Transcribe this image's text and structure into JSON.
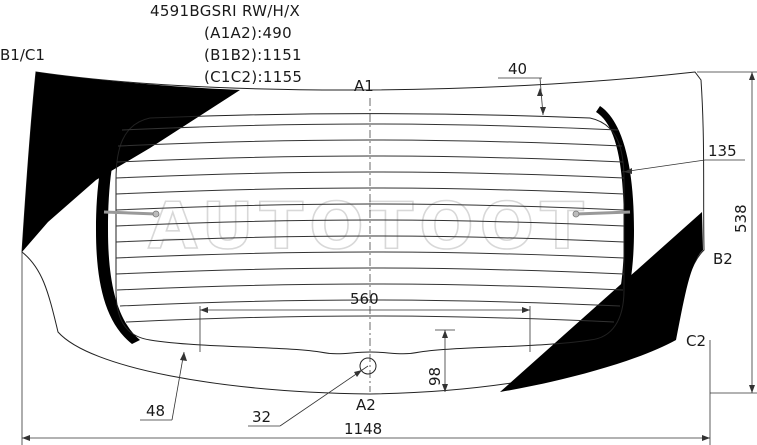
{
  "header": {
    "part_code": "4591BGSRI RW/H/X",
    "a1a2": "(A1A2):490",
    "b1b2": "(B1B2):1151",
    "c1c2": "(C1C2):1155"
  },
  "points": {
    "b1c1": "B1/C1",
    "a1": "A1",
    "a2": "A2",
    "b2": "B2",
    "c2": "C2"
  },
  "dimensions": {
    "top_band": "40",
    "side_offset": "135",
    "height": "538",
    "heater_width": "560",
    "bottom_gap": "98",
    "left_bottom": "48",
    "hole_diameter": "32",
    "overall_width": "1148"
  },
  "watermark": "AUTOTOOT",
  "colors": {
    "frit": "#000000",
    "line": "#222222",
    "watermark": "#d8d8d8"
  }
}
